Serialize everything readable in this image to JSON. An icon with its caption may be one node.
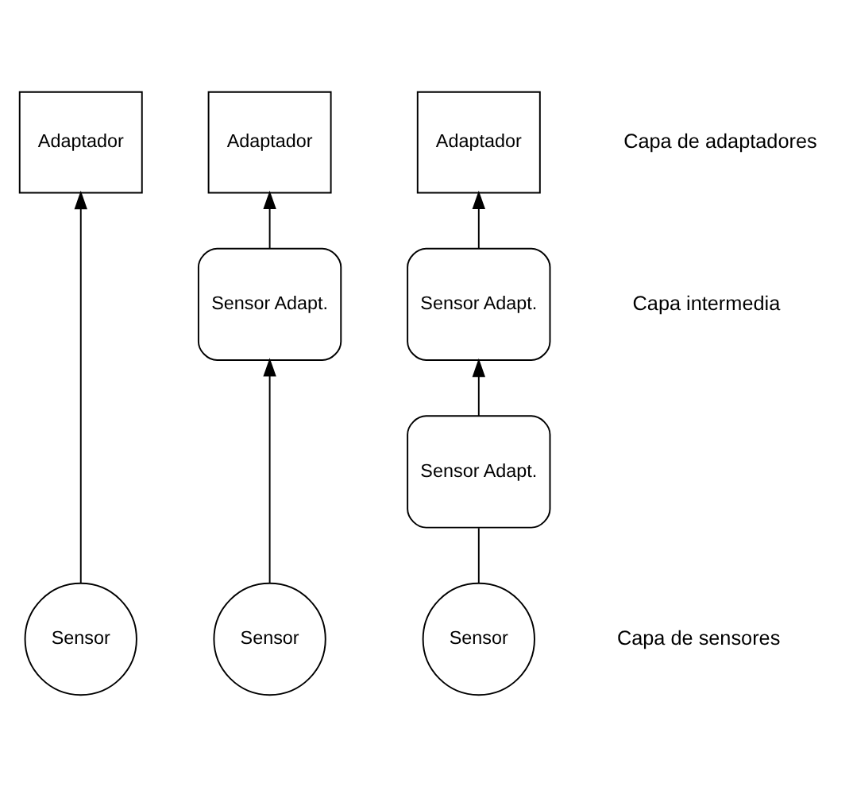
{
  "diagram": {
    "nodes": [
      {
        "text": [
          "Adaptador"
        ]
      },
      {
        "text": [
          "Adaptador"
        ]
      },
      {
        "text": [
          "Adaptador"
        ]
      },
      {
        "text": [
          "Sensor Adapt."
        ]
      },
      {
        "text": [
          "Sensor Adapt."
        ]
      },
      {
        "text": [
          "Sensor Adapt."
        ]
      },
      {
        "text": [
          "Sensor"
        ]
      },
      {
        "text": [
          "Sensor"
        ]
      },
      {
        "text": [
          "Sensor"
        ]
      }
    ],
    "edges": [
      {
        "from": 6,
        "to": 0,
        "arrow": "to"
      },
      {
        "from": 3,
        "to": 1,
        "arrow": "to"
      },
      {
        "from": 7,
        "to": 3,
        "arrow": "to"
      },
      {
        "from": 4,
        "to": 2,
        "arrow": "to"
      },
      {
        "from": 5,
        "to": 4,
        "arrow": "to"
      },
      {
        "from": 8,
        "to": 5,
        "arrow": "none"
      }
    ],
    "labels": [
      "Capa de adaptadores",
      "Capa intermedia",
      "Capa de sensores"
    ]
  }
}
